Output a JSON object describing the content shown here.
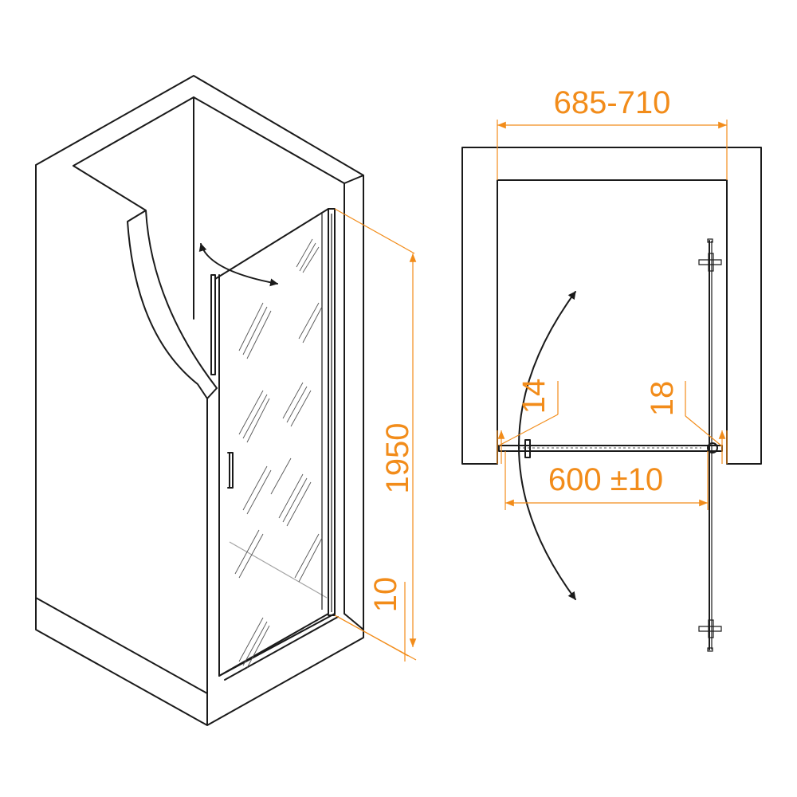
{
  "colors": {
    "dimension": "#f28c1a",
    "outline": "#1a1a1a"
  },
  "dimensions": {
    "niche_width": "685-710",
    "door_width": "600 ±10",
    "height": "1950",
    "bottom_gap": "10",
    "left_gap": "14",
    "right_gap": "18"
  }
}
